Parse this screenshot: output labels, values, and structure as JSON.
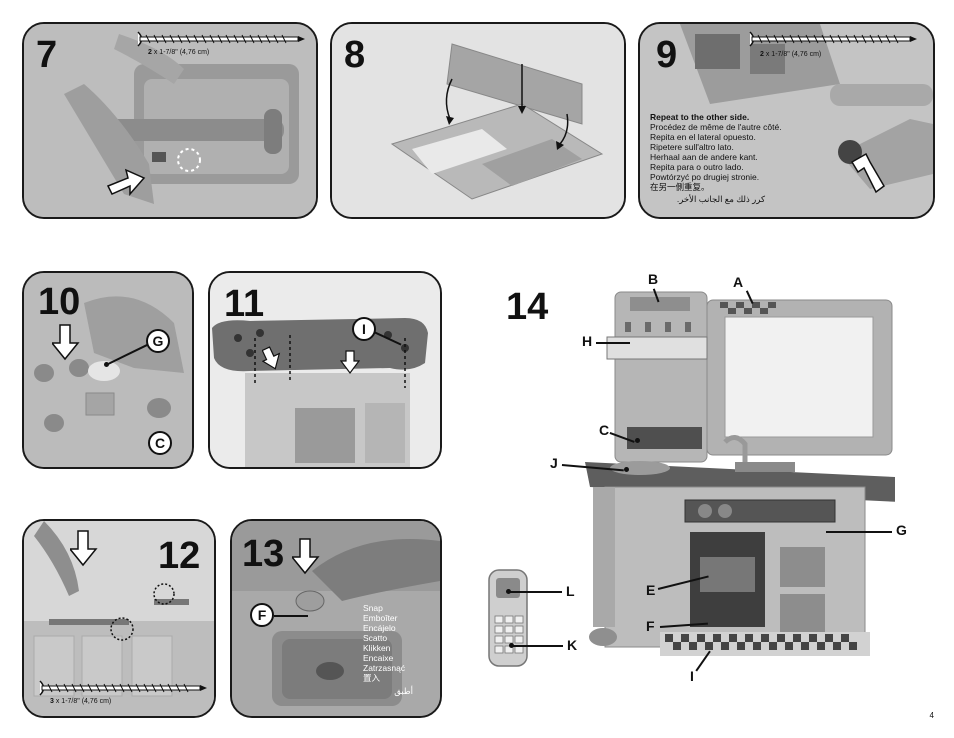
{
  "steps": {
    "s7": "7",
    "s8": "8",
    "s9": "9",
    "s10": "10",
    "s11": "11",
    "s12": "12",
    "s13": "13",
    "s14": "14"
  },
  "screws": {
    "s7_qty": "2",
    "s7_size": "x 1-7/8\" (4,76 cm)",
    "s9_qty": "2",
    "s9_size": "x 1-7/8\" (4,76 cm)",
    "s12_qty": "3",
    "s12_size": "x 1-7/8\" (4,76 cm)"
  },
  "repeat_text": {
    "en": "Repeat to the other side.",
    "fr": "Procédez de même de l'autre côté.",
    "es": "Repita en el lateral opuesto.",
    "it": "Ripetere sull'altro lato.",
    "nl": "Herhaal aan de andere kant.",
    "pt": "Repita para o outro lado.",
    "pl": "Powtórzyć po drugiej stronie.",
    "zh": "在另一側重复。",
    "ar": "كرر ذلك مع الجانب الأخر."
  },
  "snap_text": {
    "en": "Snap",
    "fr": "Emboîter",
    "es": "Encájelo",
    "it": "Scatto",
    "nl": "Klikken",
    "pt": "Encaixe",
    "pl": "Zatrzasnąć",
    "zh": "置入",
    "ar": "أطبق"
  },
  "callouts": {
    "p10_g": "G",
    "p10_c": "C",
    "p11_i": "I",
    "p13_f": "F"
  },
  "labels14": {
    "a": "A",
    "b": "B",
    "c": "C",
    "e": "E",
    "f": "F",
    "g": "G",
    "h": "H",
    "i": "I",
    "j": "J",
    "k": "K",
    "l": "L"
  },
  "page_number": "4",
  "colors": {
    "panel_border": "#1a1a1a",
    "photo_gray": "#bfbfbf",
    "ink": "#111111"
  }
}
